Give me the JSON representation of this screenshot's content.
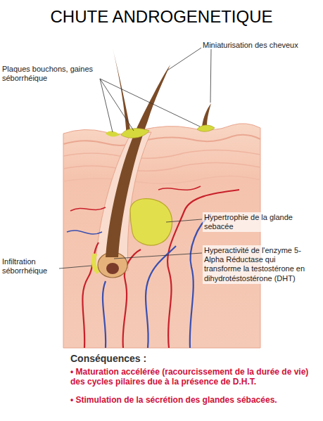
{
  "diagram": {
    "title": "CHUTE ANDROGENETIQUE",
    "labels": [
      "Miniaturisation des cheveux",
      "Plaques bouchons, gaines séborrhéique",
      "Hypertrophie de la glande sebacée",
      "Hyperactivité de l'enzyme 5-Alpha Réductase qui transforme la testostérone en dihydrotéstostérone (DHT)",
      "Infiltration séborrhéique",
      "Conséquences :",
      "• Maturation accélérée (racourcissement de la durée de vie) des cycles pilaires due à la présence de D.H.T.",
      "• Stimulation de la sécrétion des glandes sébacées."
    ]
  }
}
